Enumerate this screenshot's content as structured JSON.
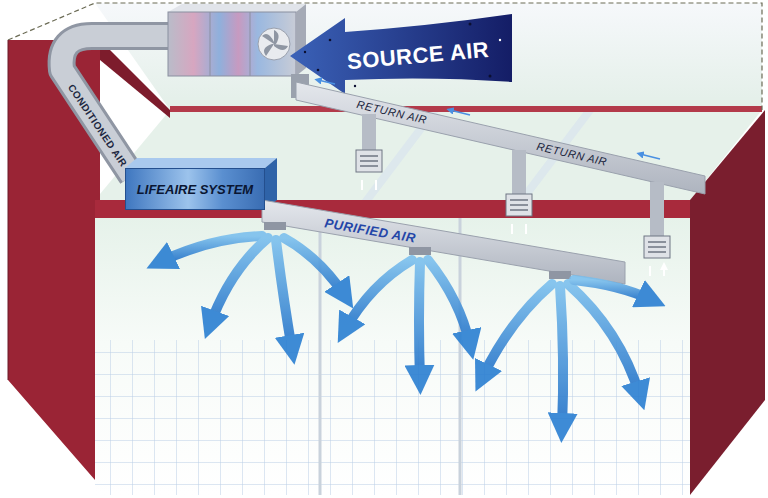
{
  "diagram": {
    "nodes": [
      {
        "text": [
          "LIFEAIRE SYSTEM"
        ]
      }
    ],
    "labels": [
      "SOURCE AIR",
      "CONDITIONED AIR",
      "RETURN AIR",
      "RETURN AIR",
      "PURIFIED AIR"
    ]
  }
}
